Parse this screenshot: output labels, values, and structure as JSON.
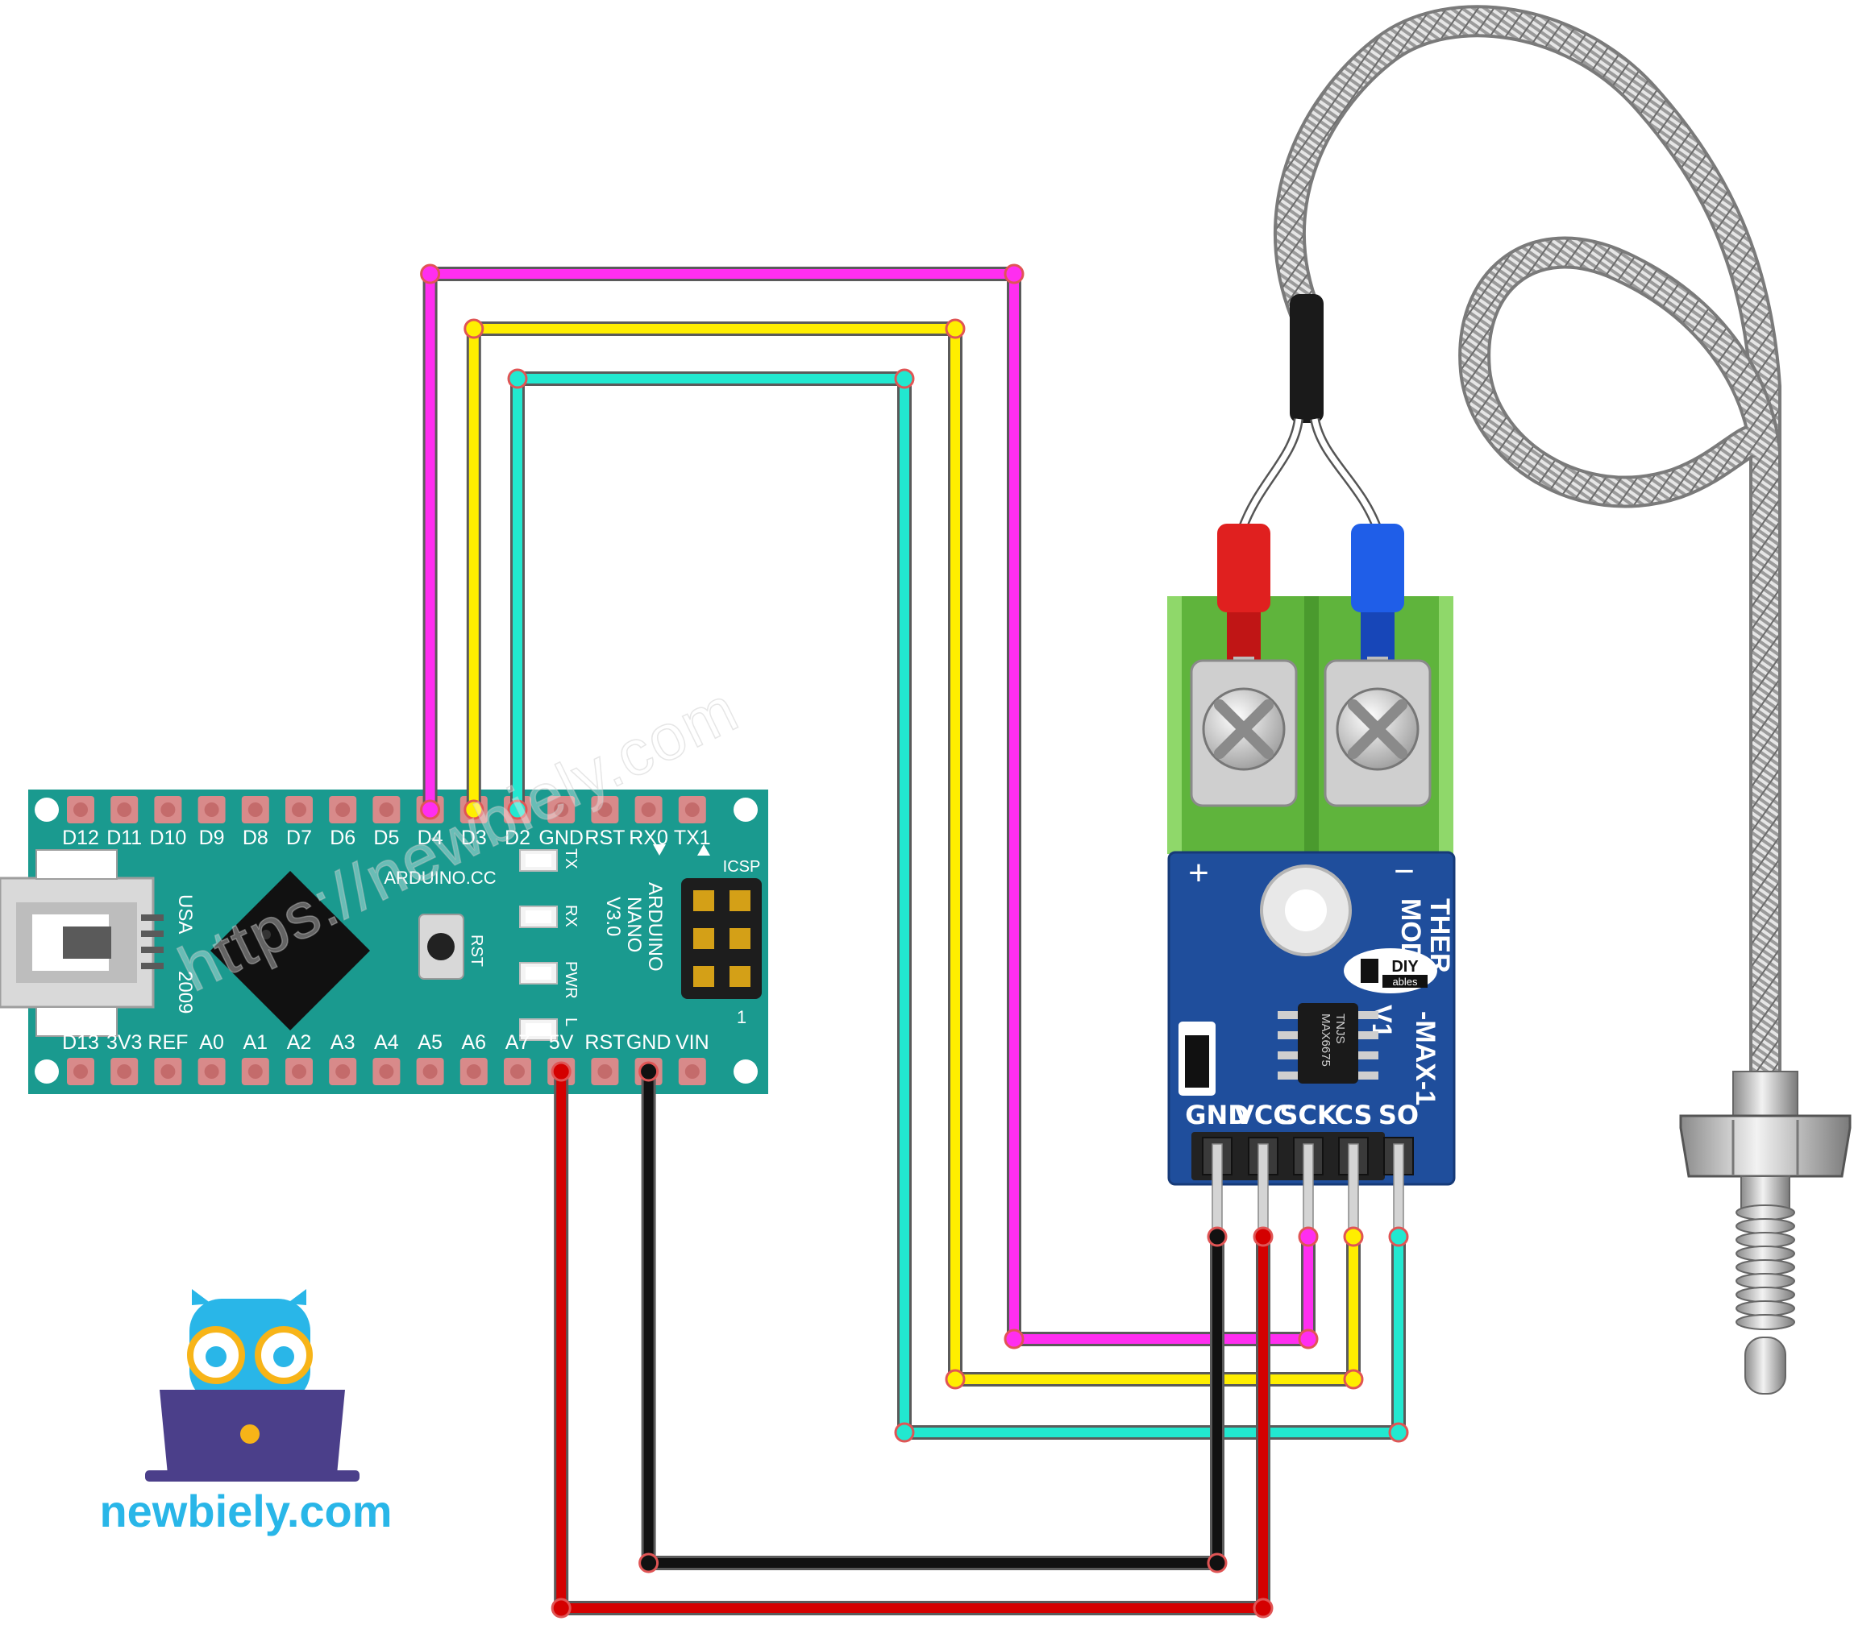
{
  "arduino": {
    "top_pins": [
      "D12",
      "D11",
      "D10",
      "D9",
      "D8",
      "D7",
      "D6",
      "D5",
      "D4",
      "D3",
      "D2",
      "GND",
      "RST",
      "RX0",
      "TX1"
    ],
    "bottom_pins": [
      "D13",
      "3V3",
      "REF",
      "A0",
      "A1",
      "A2",
      "A3",
      "A4",
      "A5",
      "A6",
      "A7",
      "5V",
      "RST",
      "GND",
      "VIN"
    ],
    "brand": "ARDUINO.CC",
    "model_lines": [
      "ARDUINO",
      "NANO",
      "V3.0"
    ],
    "usa": "USA",
    "year": "2009",
    "rst_button": "RST",
    "leds": [
      "TX",
      "RX",
      "PWR",
      "L"
    ],
    "icsp": "ICSP",
    "icsp_pin1": "1"
  },
  "module": {
    "pins": [
      "GND",
      "VCC",
      "SCK",
      "CS",
      "SO"
    ],
    "plus": "+",
    "minus": "−",
    "title_lines": [
      "THERMO",
      "MODULE",
      "V1"
    ],
    "title_visible": [
      "THER",
      "MOD",
      "V1"
    ],
    "title_tail": "-MAX-1",
    "chip_lines": [
      "MAX6675",
      "TNJS"
    ],
    "logo_diy": "DIY",
    "logo_ables": "ables"
  },
  "watermark": "https://newbiely.com",
  "brand_logo_text": "newbiely.com",
  "wires": [
    {
      "from": "D4",
      "to": "SCK",
      "color": "#ff2ef0"
    },
    {
      "from": "D3",
      "to": "CS",
      "color": "#ffee00"
    },
    {
      "from": "D2",
      "to": "SO",
      "color": "#22e8d0"
    },
    {
      "from": "5V",
      "to": "VCC",
      "color": "#d40000"
    },
    {
      "from": "GND",
      "to": "GND",
      "color": "#111111"
    }
  ],
  "colors": {
    "nano_board": "#1a9a8f",
    "module_board": "#1f4e9c",
    "terminal_green": "#6cc24a",
    "terminal_red": "#e0201f",
    "terminal_blue": "#1f5ee8",
    "brand_blue": "#29b6e8"
  }
}
